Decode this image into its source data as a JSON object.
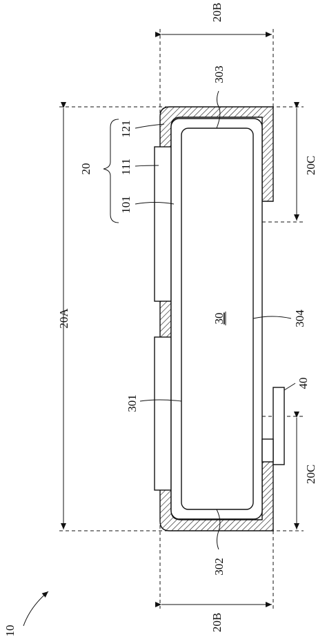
{
  "figure": {
    "labels": {
      "figure_number": "10",
      "group": "20",
      "layer_121": "121",
      "layer_111": "111",
      "layer_101": "101",
      "region_a": "20A",
      "region_b_top": "20B",
      "region_b_bottom": "20B",
      "region_c_top": "20C",
      "region_c_bottom": "20C",
      "surface_303": "303",
      "surface_302": "302",
      "surface_301": "301",
      "surface_304": "304",
      "body": "30",
      "part_40": "40"
    }
  }
}
